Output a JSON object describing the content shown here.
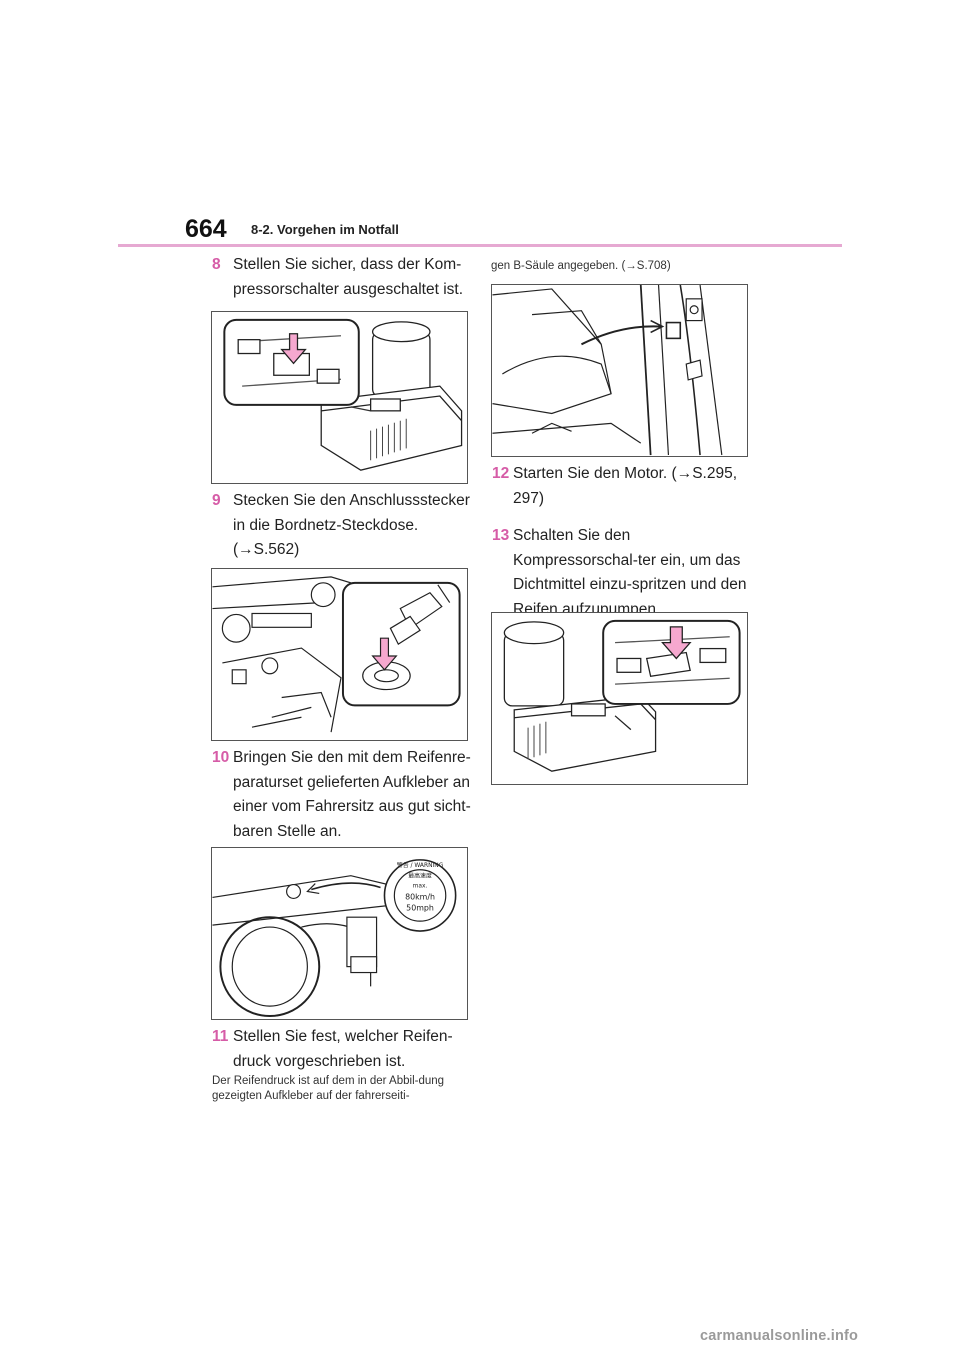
{
  "header": {
    "page_number": "664",
    "section": "8-2. Vorgehen im Notfall"
  },
  "left_column": {
    "step8": {
      "num": "8",
      "text": "Stellen Sie sicher, dass der Kom-pressorschalter ausgeschaltet ist."
    },
    "step9": {
      "num": "9",
      "text": "Stecken Sie den Anschlussstecker in die Bordnetz-Steckdose. (→S.562)"
    },
    "step10": {
      "num": "10",
      "text": "Bringen Sie den mit dem Reifenre-paraturset gelieferten Aufkleber an einer vom Fahrersitz aus gut sicht-baren Stelle an."
    },
    "step11": {
      "num": "11",
      "text": "Stellen Sie fest, welcher Reifen-druck vorgeschrieben ist."
    },
    "note": "Der Reifendruck ist auf dem in der Abbil-dung gezeigten Aufkleber auf der fahrerseiti-"
  },
  "right_column": {
    "note_cont": "gen B-Säule angegeben. (→S.708)",
    "step12": {
      "num": "12",
      "text": "Starten Sie den Motor. (→S.295, 297)"
    },
    "step13": {
      "num": "13",
      "text": "Schalten Sie den Kompressorschal-ter ein, um das Dichtmittel einzu-spritzen und den Reifen aufzupumpen."
    }
  },
  "sticker": {
    "warning": "警告 / WARNING",
    "speed_label": "最高速度",
    "max": "max.",
    "kmh": "80km/h",
    "mph": "50mph"
  },
  "icons": {
    "step8": "compressor-switch-off-illustration",
    "step9": "power-outlet-plug-illustration",
    "step10": "dashboard-sticker-illustration",
    "step11": "b-pillar-sticker-illustration",
    "step13": "compressor-switch-on-illustration"
  },
  "colors": {
    "accent": "#d65ca7",
    "rule": "#e6a9d2"
  },
  "footer": {
    "watermark": "carmanualsonline.info"
  }
}
